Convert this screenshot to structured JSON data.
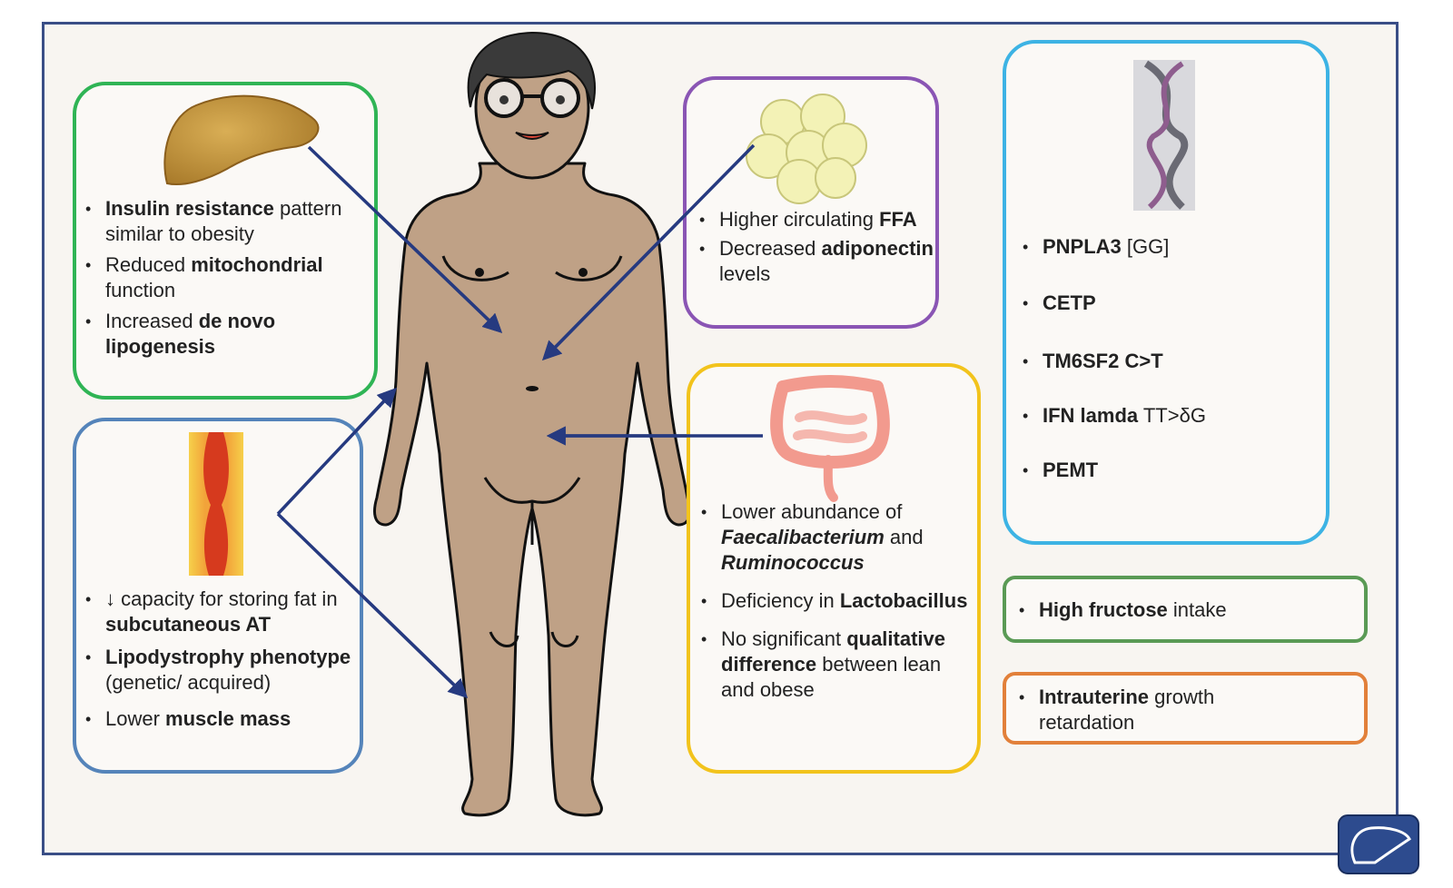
{
  "colors": {
    "frame": "#3a4e86",
    "arrow": "#263a80",
    "skin": "#bfa186",
    "liver_box": "#2fb455",
    "vessel_box": "#5584ba",
    "fat_box": "#8a55b4",
    "gut_box": "#f2c31c",
    "gene_box": "#3db3e4",
    "fructose_box": "#5a9a55",
    "iugr_box": "#e2803a"
  },
  "liver": {
    "icon": "liver-icon",
    "items": [
      {
        "b": "Insulin resistance",
        "t": " pattern similar to obesity"
      },
      {
        "t": "Reduced ",
        "b": "mitochondrial",
        "t2": " function"
      },
      {
        "t": "Increased ",
        "b": "de novo lipogenesis"
      }
    ]
  },
  "vessel": {
    "icon": "blood-vessel-icon",
    "items": [
      {
        "t": "↓ capacity for storing fat in ",
        "b": "subcutaneous AT"
      },
      {
        "b": "Lipodystrophy phenotype",
        "t": " (genetic/ acquired)"
      },
      {
        "t": "Lower ",
        "b": "muscle mass"
      }
    ]
  },
  "fat": {
    "icon": "adipocyte-icon",
    "items": [
      {
        "t": "Higher circulating ",
        "b": "FFA"
      },
      {
        "t": "Decreased ",
        "b": "adiponectin",
        "t2": " levels"
      }
    ]
  },
  "gut": {
    "icon": "intestine-icon",
    "items": [
      {
        "t": "Lower abundance of ",
        "bi": "Faecalibacterium",
        "t2": " and ",
        "bi2": "Ruminococcus"
      },
      {
        "t": "Deficiency in ",
        "b": "Lactobacillus"
      },
      {
        "t": "No significant ",
        "b": "qualitative difference",
        "t2": " between lean and obese"
      }
    ]
  },
  "genes": {
    "icon": "dna-icon",
    "items": [
      {
        "b": "PNPLA3",
        "t": " [GG]"
      },
      {
        "b": "CETP"
      },
      {
        "b": "TM6SF2 C>T"
      },
      {
        "b": "IFN lamda",
        "t": " TT>δG"
      },
      {
        "b": "PEMT"
      }
    ]
  },
  "fructose": {
    "items": [
      {
        "b": "High fructose",
        "t": " intake"
      }
    ]
  },
  "iugr": {
    "items": [
      {
        "b": "Intrauterine",
        "t": " growth retardation"
      }
    ]
  },
  "logo": {
    "icon": "liver-logo-icon"
  }
}
